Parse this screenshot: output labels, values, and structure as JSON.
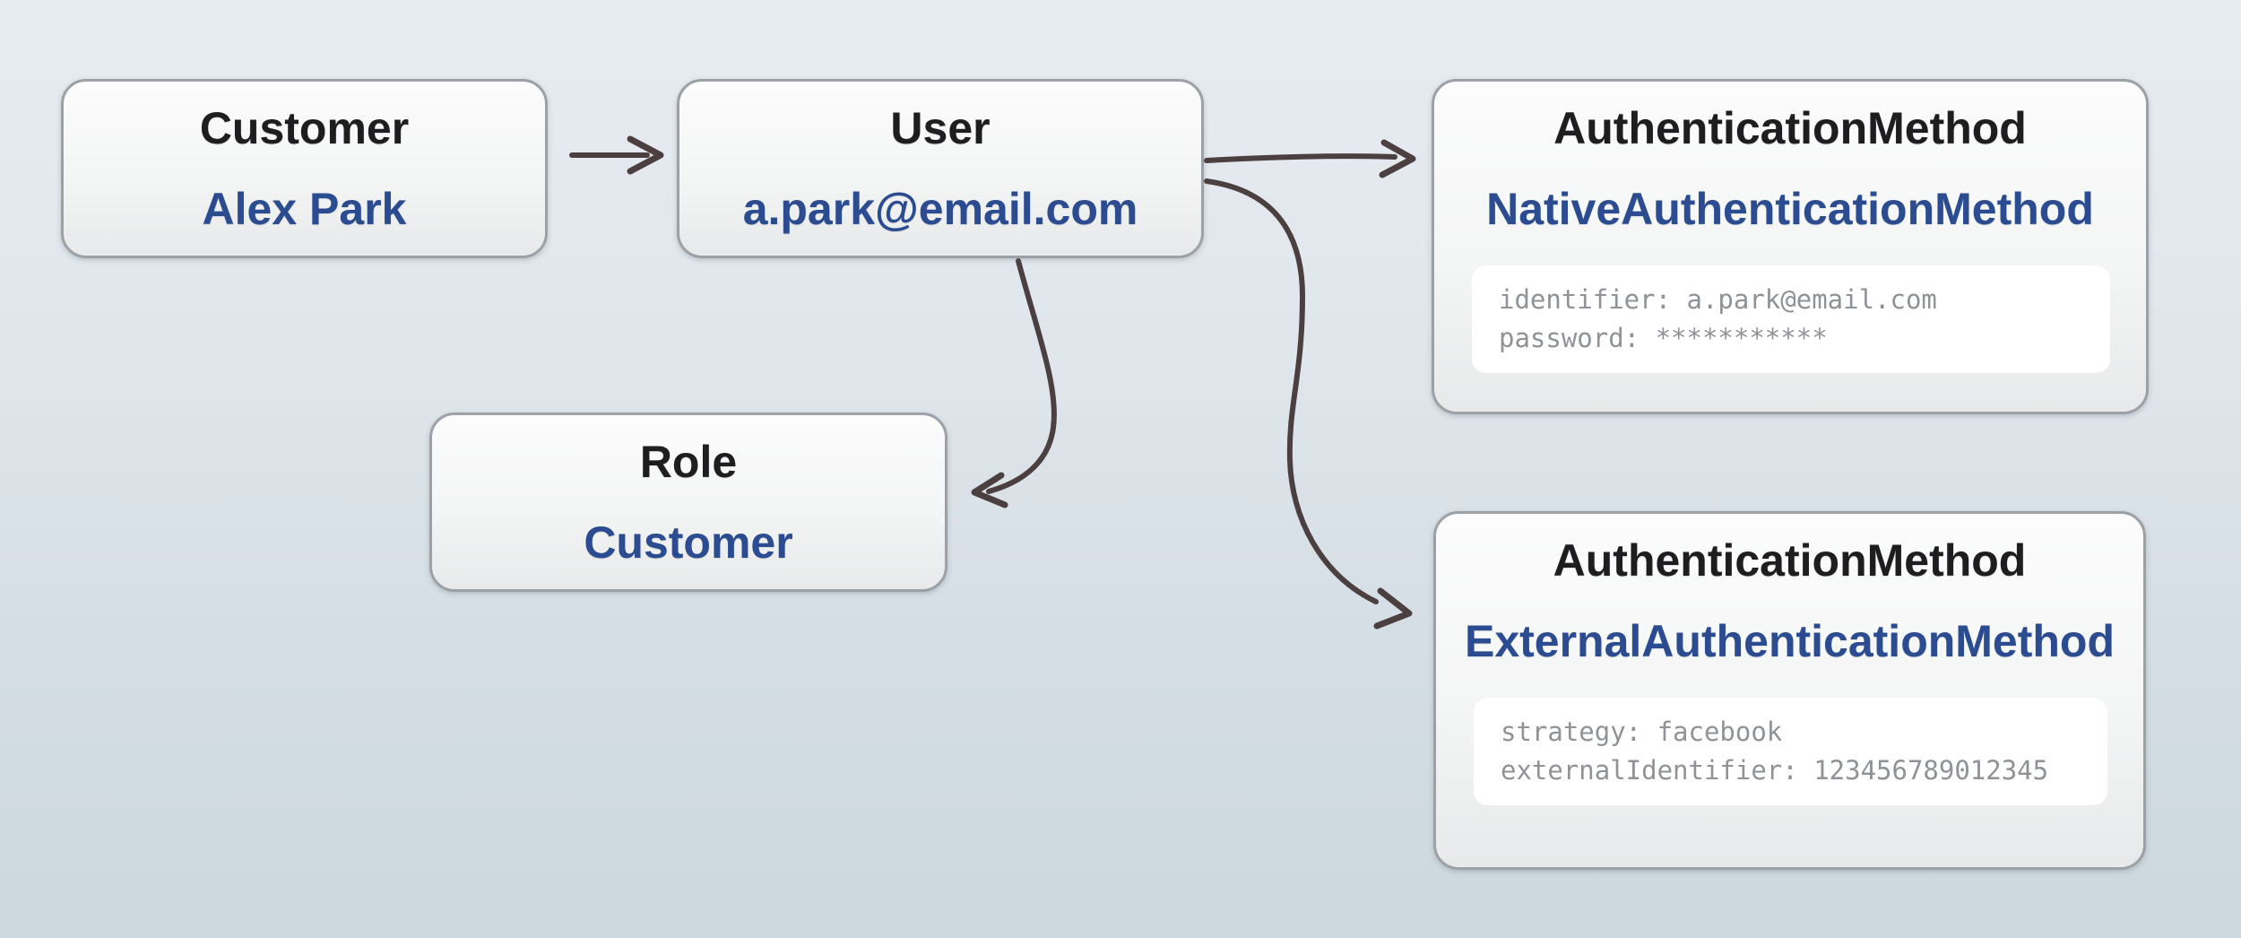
{
  "diagram": {
    "nodes": {
      "customer": {
        "type": "Customer",
        "value": "Alex Park"
      },
      "user": {
        "type": "User",
        "value": "a.park@email.com"
      },
      "role": {
        "type": "Role",
        "value": "Customer"
      },
      "native_auth": {
        "type": "AuthenticationMethod",
        "value": "NativeAuthenticationMethod",
        "attr_lines": [
          "identifier: a.park@email.com",
          "password: ***********"
        ]
      },
      "external_auth": {
        "type": "AuthenticationMethod",
        "value": "ExternalAuthenticationMethod",
        "attr_lines": [
          "strategy: facebook",
          "externalIdentifier: 123456789012345"
        ]
      }
    },
    "edges": [
      {
        "from": "customer",
        "to": "user"
      },
      {
        "from": "user",
        "to": "native_auth"
      },
      {
        "from": "user",
        "to": "role"
      },
      {
        "from": "user",
        "to": "external_auth"
      }
    ],
    "colors": {
      "type_text": "#1e1e20",
      "value_text": "#2b4c90",
      "attr_text": "#8f9296",
      "arrow": "#4c3f3f",
      "node_border": "#9ba1a6",
      "background_top": "#e7ecf1",
      "background_bottom": "#ccd8de"
    }
  }
}
